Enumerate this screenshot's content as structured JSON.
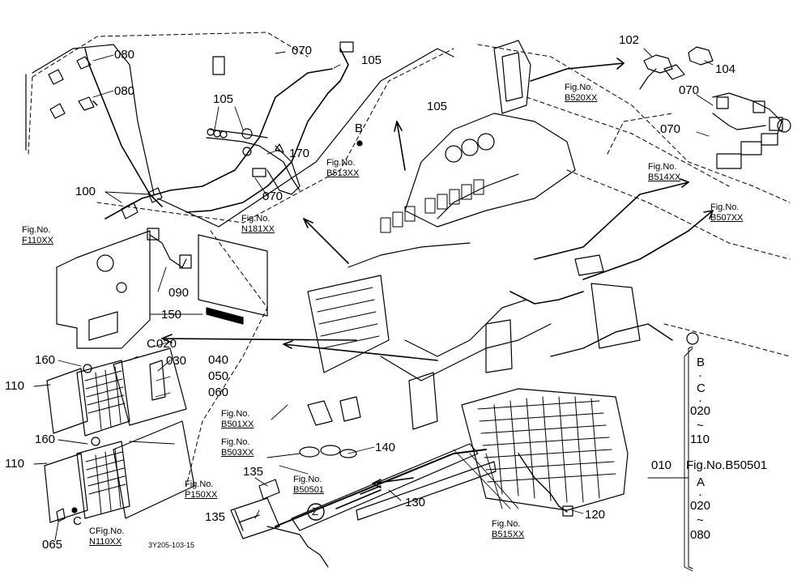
{
  "parts": {
    "p080a": "080",
    "p080b": "080",
    "p070a": "070",
    "p105a": "105",
    "p105b": "105",
    "p105c": "105",
    "p170": "170",
    "p070b": "070",
    "p100": "100",
    "p090": "090",
    "p150": "150",
    "p102": "102",
    "p104": "104",
    "p070c": "070",
    "p070d": "070",
    "p020": "020",
    "p030": "030",
    "p040": "040",
    "p050": "050",
    "p060": "060",
    "p160a": "160",
    "p110a": "110",
    "p160b": "160",
    "p110b": "110",
    "p065": "065",
    "p140": "140",
    "p135a": "135",
    "p135b": "135",
    "p130": "130",
    "p120": "120",
    "pB": "B",
    "pC1": "C",
    "pC2": "C",
    "pZ": "Z"
  },
  "figs": {
    "f110": {
      "line1": "Fig.No.",
      "ref": "F110XX"
    },
    "n181": {
      "line1": "Fig.No.",
      "ref": "N181XX"
    },
    "b513": {
      "line1": "Fig.No.",
      "ref": "B513XX"
    },
    "b520": {
      "line1": "Fig.No.",
      "ref": "B520XX"
    },
    "b514": {
      "line1": "Fig.No.",
      "ref": "B514XX"
    },
    "b507": {
      "line1": "Fig.No.",
      "ref": "B507XX"
    },
    "b501": {
      "line1": "Fig.No.",
      "ref": "B501XX"
    },
    "b503": {
      "line1": "Fig.No.",
      "ref": "B503XX"
    },
    "p150": {
      "line1": "Fig.No.",
      "ref": "P150XX"
    },
    "b50501": {
      "line1": "Fig.No.",
      "ref": "B50501"
    },
    "b515": {
      "line1": "Fig.No.",
      "ref": "B515XX"
    },
    "n110": {
      "line1": "CFig.No.",
      "ref": "N110XX"
    }
  },
  "legend": {
    "r1": "B",
    "r2": "·",
    "r3": "C",
    "r4": "·",
    "r5": "020",
    "r6": "~",
    "r7": "110",
    "num": "010",
    "fig": "Fig.No.B50501",
    "r8": "A",
    "r9": "·",
    "r10": "020",
    "r11": "~",
    "r12": "080"
  },
  "drawing_code": "3Y205-103-15"
}
